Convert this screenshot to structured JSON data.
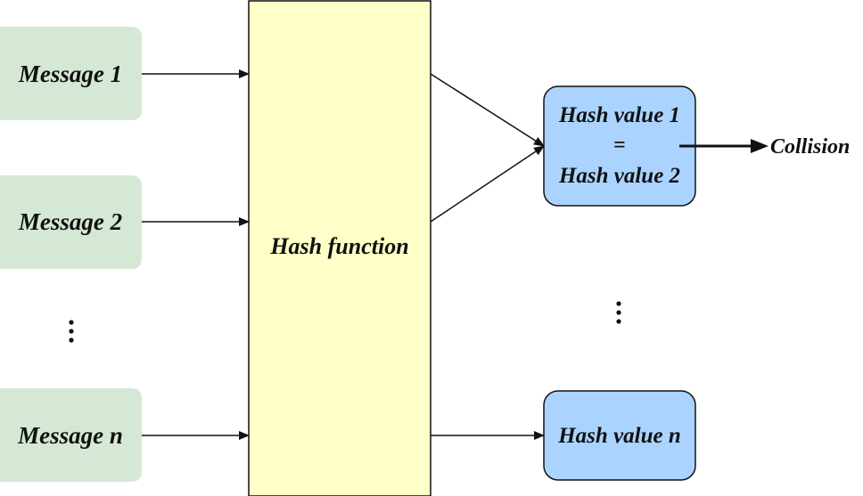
{
  "messages": {
    "m1": "Message 1",
    "m2": "Message 2",
    "mn": "Message n"
  },
  "hash_function": {
    "label": "Hash function"
  },
  "outputs": {
    "collision_top": "Hash value 1",
    "collision_eq": "=",
    "collision_bottom": "Hash value 2",
    "last": "Hash value n"
  },
  "collision_label": "Collision",
  "colors": {
    "message_fill": "#d5e8d5",
    "hash_function_fill": "#ffffc8",
    "hash_value_fill": "#aad4ff",
    "stroke": "#111111"
  }
}
